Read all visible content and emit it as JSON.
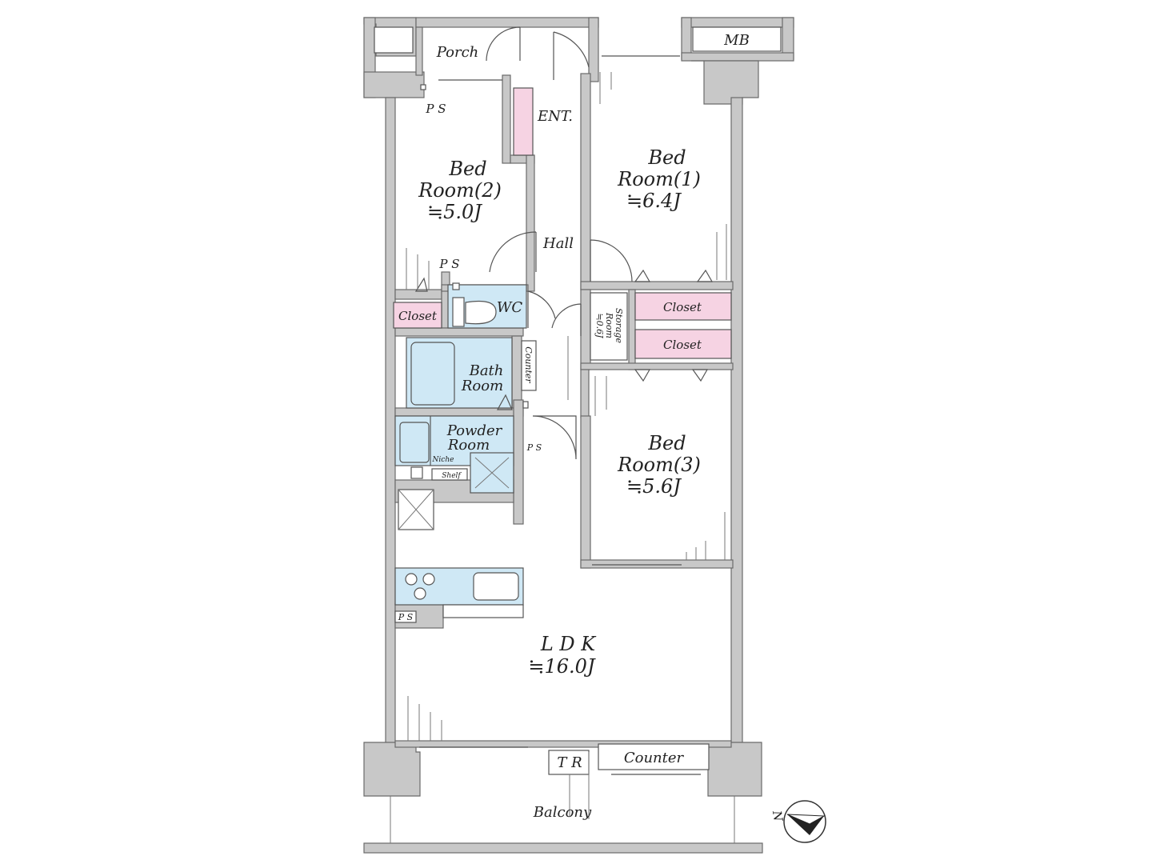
{
  "rooms": {
    "porch": "Porch",
    "mb": "MB",
    "ps_top": "P S",
    "ent": "ENT.",
    "bed2_a": "Bed",
    "bed2_b": "Room(2)",
    "bed2_c": "≒5.0J",
    "bed1_a": "Bed",
    "bed1_b": "Room(1)",
    "bed1_c": "≒6.4J",
    "hall": "Hall",
    "ps_mid": "P S",
    "wc": "WC",
    "closet_left": "Closet",
    "storage_a": "Storage",
    "storage_b": "Room",
    "storage_c": "≒0.6J",
    "closet_r1": "Closet",
    "closet_r2": "Closet",
    "counter_v": "Counter",
    "bath_a": "Bath",
    "bath_b": "Room",
    "powder_a": "Powder",
    "powder_b": "Room",
    "niche": "Niche",
    "shelf": "Shelf",
    "ps_low": "P S",
    "bed3_a": "Bed",
    "bed3_b": "Room(3)",
    "bed3_c": "≒5.6J",
    "ps_kitchen": "P S",
    "ldk_a": "L D K",
    "ldk_b": "≒16.0J",
    "tr": "T R",
    "counter_bottom": "Counter",
    "balcony": "Balcony",
    "north": "N"
  }
}
